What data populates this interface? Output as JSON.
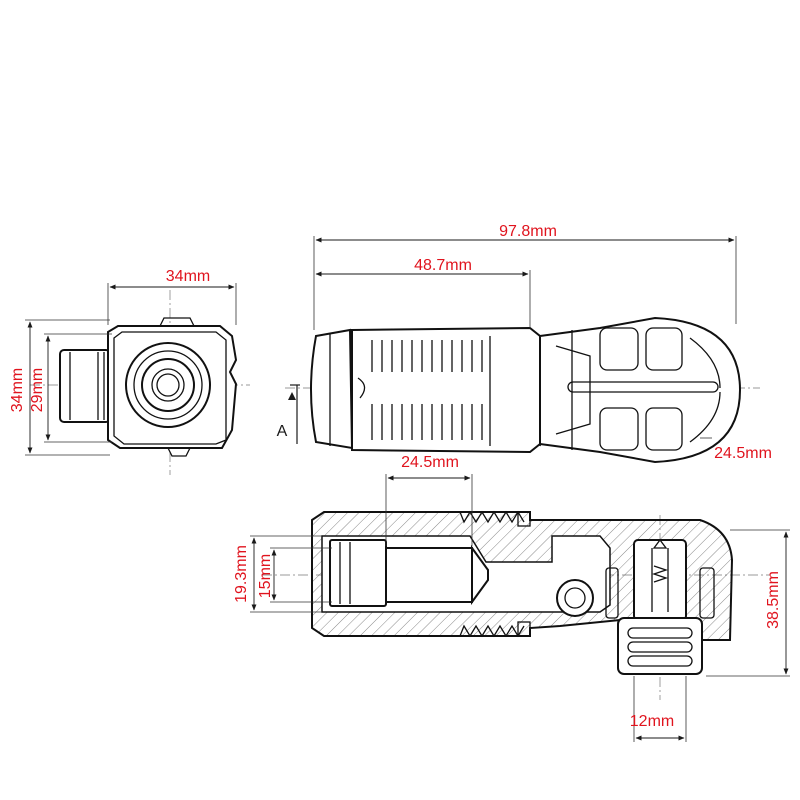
{
  "dimensions": {
    "end_width": "34mm",
    "end_height": "34mm",
    "end_inner_height": "29mm",
    "overall_length": "97.8mm",
    "body_length": "48.7mm",
    "head_width": "24.5mm",
    "section_grip_length": "24.5mm",
    "bore_outer": "19.3mm",
    "bore_inner": "15mm",
    "overall_height": "38.5mm",
    "pin_width": "12mm"
  },
  "section_marker": "A",
  "colors": {
    "dimension_text": "#e0141e",
    "line": "#1a1a1a"
  }
}
